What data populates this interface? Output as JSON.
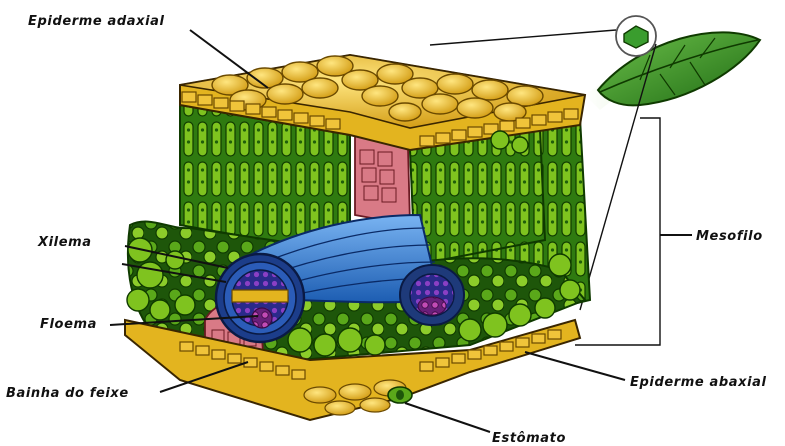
{
  "labels": {
    "epiderme_adaxial": "Epiderme adaxial",
    "mesofilo": "Mesofilo",
    "xilema": "Xilema",
    "floema": "Floema",
    "bainha_do_feixe": "Bainha do feixe",
    "epiderme_abaxial": "Epiderme abaxial",
    "estomato": "Estômato"
  },
  "colors": {
    "epidermis": "#e3b41f",
    "epidermis_dark": "#b8860b",
    "mesophyll": "#3f8f16",
    "mesophyll_light": "#b4dc2c",
    "xylem_tube": "#3d7fd1",
    "phloem": "#7a2a86",
    "sheath": "#d97a86",
    "leaf": "#3a9d2e",
    "outline": "#111111"
  }
}
